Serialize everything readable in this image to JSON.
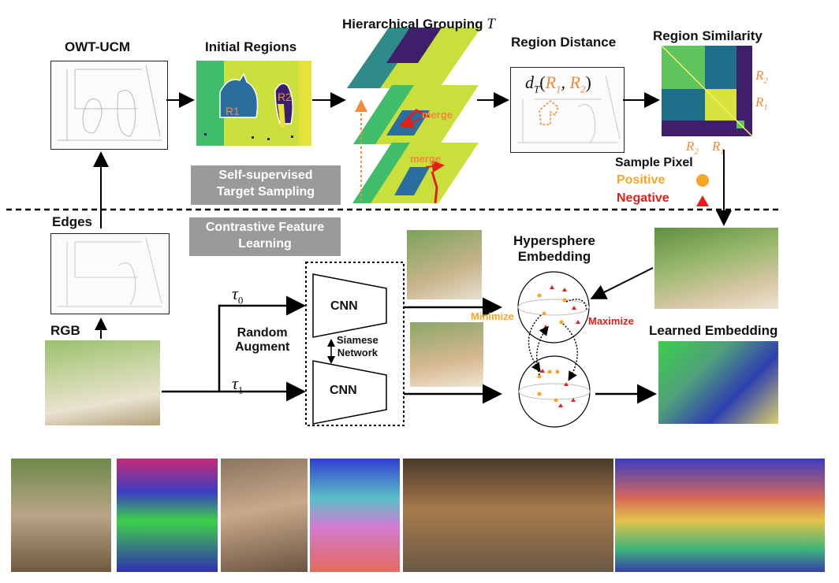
{
  "labels": {
    "owt_ucm": "OWT-UCM",
    "initial_regions": "Initial Regions",
    "hier_grouping": "Hierarchical Grouping",
    "hier_T": "T",
    "region_distance": "Region Distance",
    "region_similarity": "Region Similarity",
    "edges": "Edges",
    "rgb": "RGB",
    "self_supervised_1": "Self-supervised",
    "self_supervised_2": "Target Sampling",
    "contrastive_1": "Contrastive Feature",
    "contrastive_2": "Learning",
    "sample_pixel": "Sample Pixel",
    "positive": "Positive",
    "negative": "Negative",
    "hypersphere_1": "Hypersphere",
    "hypersphere_2": "Embedding",
    "learned_embedding": "Learned Embedding",
    "random_1": "Random",
    "random_2": "Augment",
    "siamese_1": "Siamese",
    "siamese_2": "Network",
    "cnn_top": "CNN",
    "cnn_bottom": "CNN",
    "tau0": "τ",
    "tau0_sub": "0",
    "tau1": "τ",
    "tau1_sub": "1",
    "minimize": "Minimize",
    "maximize": "Maximize",
    "merge_1": "merge",
    "merge_2": "merge",
    "R1_init": "R1",
    "R2_init": "R2",
    "dist_formula": "d",
    "dist_sub": "T",
    "dist_R1": "R",
    "dist_R1_sub": "1",
    "dist_R2": "R",
    "dist_R2_sub": "2",
    "sim_R2_right": "R",
    "sim_R2_right_sub": "2",
    "sim_R1_right": "R",
    "sim_R1_right_sub": "1",
    "sim_R2_bottom": "R",
    "sim_R2_bottom_sub": "2",
    "sim_R1_bottom": "R",
    "sim_R1_bottom_sub": "1"
  },
  "colors": {
    "orange": "#f08a3c",
    "positive": "#f5a623",
    "negative": "#e0201b",
    "gray_box": "#9a9a9a",
    "viridis_yellow": "#dfe23a",
    "viridis_green": "#5cc35d",
    "viridis_teal": "#1f8f8c",
    "viridis_purple": "#3f1f6b"
  },
  "icons": [
    "positive-circle-icon",
    "negative-triangle-icon"
  ]
}
